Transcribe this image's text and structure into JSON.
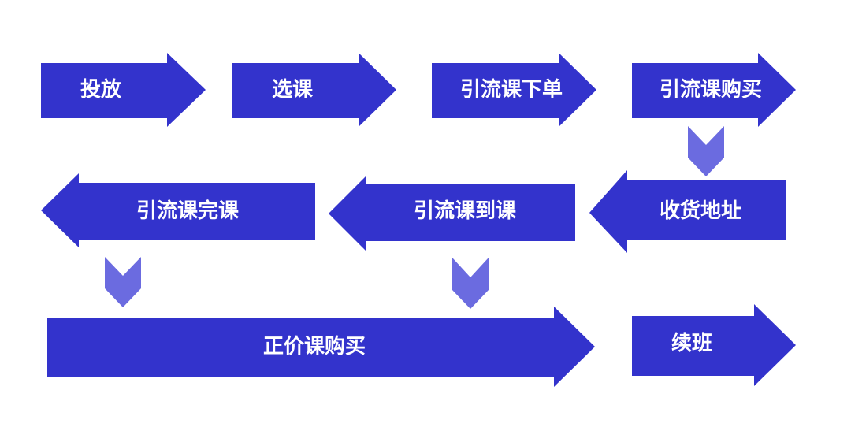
{
  "diagram": {
    "colors": {
      "arrow": "#3333cc",
      "connector": "#6b6be0",
      "text": "#ffffff"
    },
    "steps": [
      {
        "id": "toufang",
        "label": "投放",
        "direction": "right"
      },
      {
        "id": "xuanke",
        "label": "选课",
        "direction": "right"
      },
      {
        "id": "yinliu-xiadan",
        "label": "引流课下单",
        "direction": "right"
      },
      {
        "id": "yinliu-goumai",
        "label": "引流课购买",
        "direction": "right"
      },
      {
        "id": "shouhuo-dizhi",
        "label": "收货地址",
        "direction": "left"
      },
      {
        "id": "yinliu-daoke",
        "label": "引流课到课",
        "direction": "left"
      },
      {
        "id": "yinliu-wanke",
        "label": "引流课完课",
        "direction": "left"
      },
      {
        "id": "zhengjia-goumai",
        "label": "正价课购买",
        "direction": "right"
      },
      {
        "id": "xuban",
        "label": "续班",
        "direction": "right"
      }
    ],
    "connectors": [
      {
        "from": "yinliu-goumai",
        "to": "shouhuo-dizhi",
        "direction": "down"
      },
      {
        "from": "yinliu-wanke",
        "to": "zhengjia-goumai",
        "direction": "down"
      },
      {
        "from": "yinliu-daoke",
        "to": "zhengjia-goumai",
        "direction": "down"
      }
    ]
  }
}
